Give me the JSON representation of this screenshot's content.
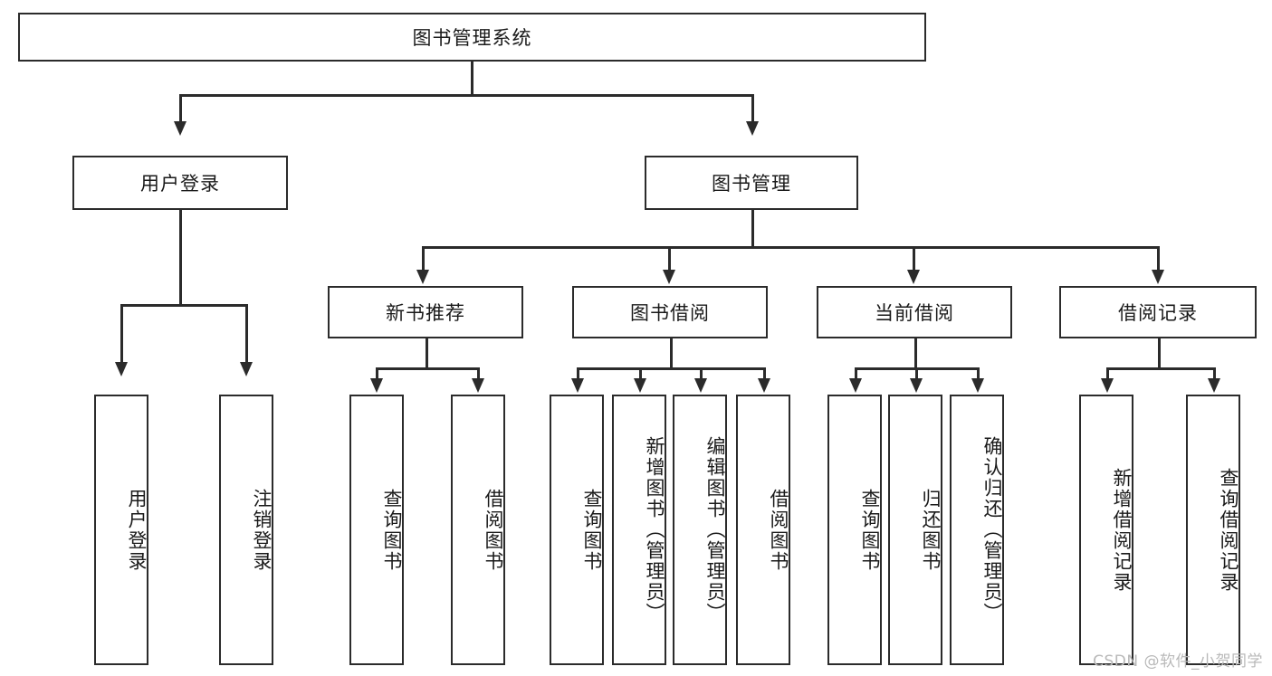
{
  "diagram": {
    "title_node": {
      "label": "图书管理系统"
    },
    "level2": [
      {
        "label": "用户登录"
      },
      {
        "label": "图书管理"
      }
    ],
    "level3": [
      {
        "label": "新书推荐"
      },
      {
        "label": "图书借阅"
      },
      {
        "label": "当前借阅"
      },
      {
        "label": "借阅记录"
      }
    ],
    "leaves": {
      "user_login": [
        {
          "label": "用户登录"
        },
        {
          "label": "注销登录"
        }
      ],
      "new_book": [
        {
          "label": "查询图书"
        },
        {
          "label": "借阅图书"
        }
      ],
      "book_borrow": [
        {
          "label": "查询图书"
        },
        {
          "label": "新增图书（管理员）"
        },
        {
          "label": "编辑图书（管理员）"
        },
        {
          "label": "借阅图书"
        }
      ],
      "current_borrow": [
        {
          "label": "查询图书"
        },
        {
          "label": "归还图书"
        },
        {
          "label": "确认归还（管理员）"
        }
      ],
      "borrow_record": [
        {
          "label": "新增借阅记录"
        },
        {
          "label": "查询借阅记录"
        }
      ]
    }
  },
  "watermark": {
    "text": "CSDN @软件_小贺同学"
  },
  "colors": {
    "stroke": "#2b2b2b",
    "background": "#ffffff",
    "text": "#1a1a1a",
    "watermark": "#b9b9b9"
  }
}
